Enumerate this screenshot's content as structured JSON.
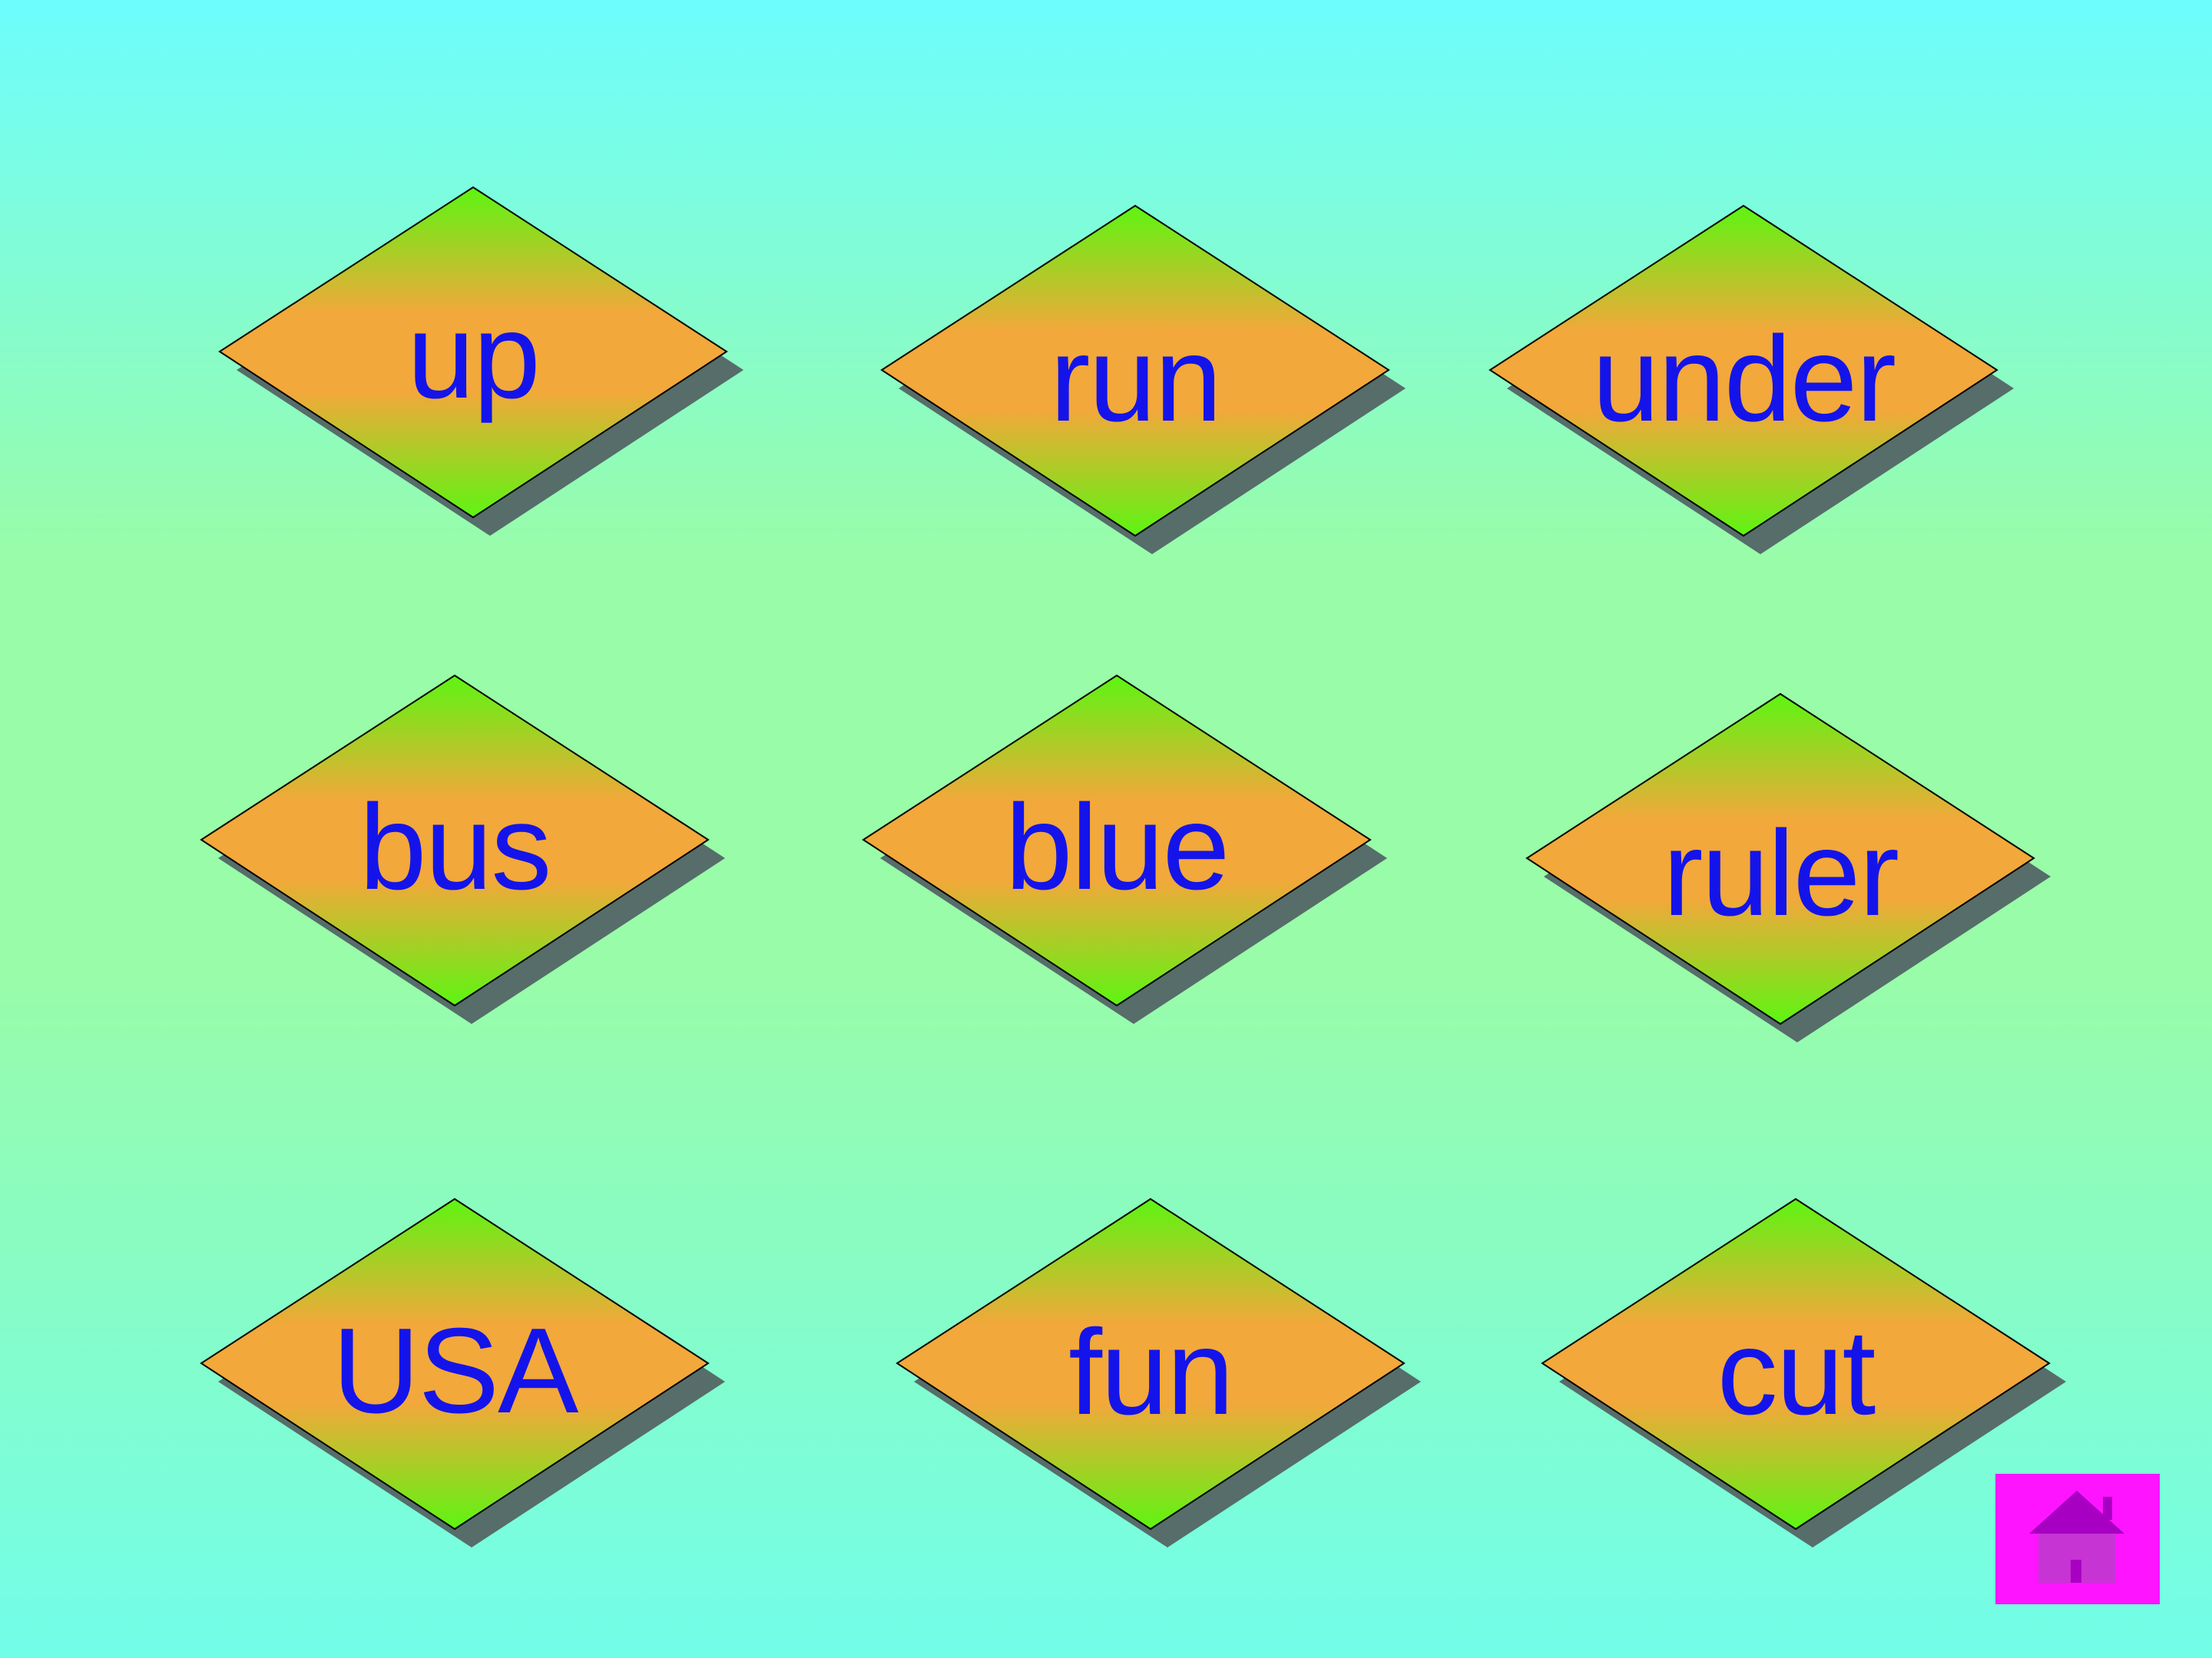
{
  "tiles": [
    {
      "label": "up"
    },
    {
      "label": "run"
    },
    {
      "label": "under"
    },
    {
      "label": "bus"
    },
    {
      "label": "blue"
    },
    {
      "label": "ruler"
    },
    {
      "label": "USA"
    },
    {
      "label": "fun"
    },
    {
      "label": "cut"
    }
  ],
  "colors": {
    "tile_center": "#f2a83a",
    "tile_edge": "#5df512",
    "tile_shadow": "#566d6a",
    "word_text": "#1414ea",
    "home_button": "#ff14ff",
    "home_icon": "#a800c2"
  },
  "home_button": {
    "icon": "home-icon"
  }
}
